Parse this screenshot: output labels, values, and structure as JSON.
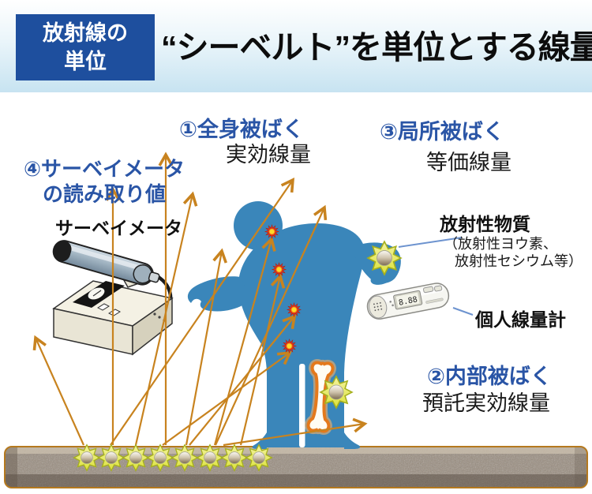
{
  "header": {
    "badge": {
      "line1": "放射線の",
      "line2": "単位"
    },
    "title": "“シーベルト”を単位とする線量"
  },
  "annotations": {
    "whole_body": {
      "label": "①全身被ばく",
      "sub": "実効線量"
    },
    "local_exposure": {
      "label": "③局所被ばく",
      "sub": "等価線量"
    },
    "survey_reading": {
      "line1": "④サーベイメータ",
      "line2": "の読み取り値"
    },
    "survey_meter": {
      "label": "サーベイメータ"
    },
    "radioactive_material": {
      "label": "放射性物質",
      "sub_line1": "（放射性ヨウ素、",
      "sub_line2": "放射性セシウム等）"
    },
    "personal_dosimeter": {
      "label": "個人線量計"
    },
    "internal_exposure": {
      "label": "②内部被ばく",
      "sub": "預託実効線量"
    }
  },
  "dosimeter": {
    "display": "8.88"
  },
  "colors": {
    "badge_blue": "#1e4f9e",
    "label_blue": "#2a55a6",
    "figure_blue": "#3a86ba",
    "arrow_orange": "#c8831f",
    "star_yellow": "#dfe23d",
    "ground_brown": "#998c7e"
  }
}
